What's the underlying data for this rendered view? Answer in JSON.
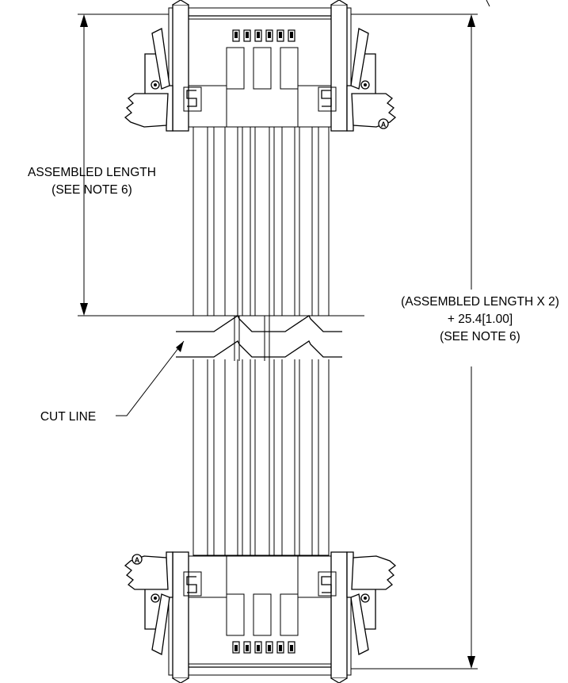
{
  "labels": {
    "assembled_length_line1": "ASSEMBLED LENGTH",
    "assembled_length_line2": "(SEE NOTE 6)",
    "total_length_line1": "(ASSEMBLED LENGTH X 2)",
    "total_length_line2": "+ 25.4[1.00]",
    "total_length_line3": "(SEE NOTE 6)",
    "cut_line": "CUT LINE"
  },
  "connector_logo_letter": "S",
  "polarization_mark": "A",
  "colors": {
    "line": "#000000",
    "background": "#ffffff"
  }
}
